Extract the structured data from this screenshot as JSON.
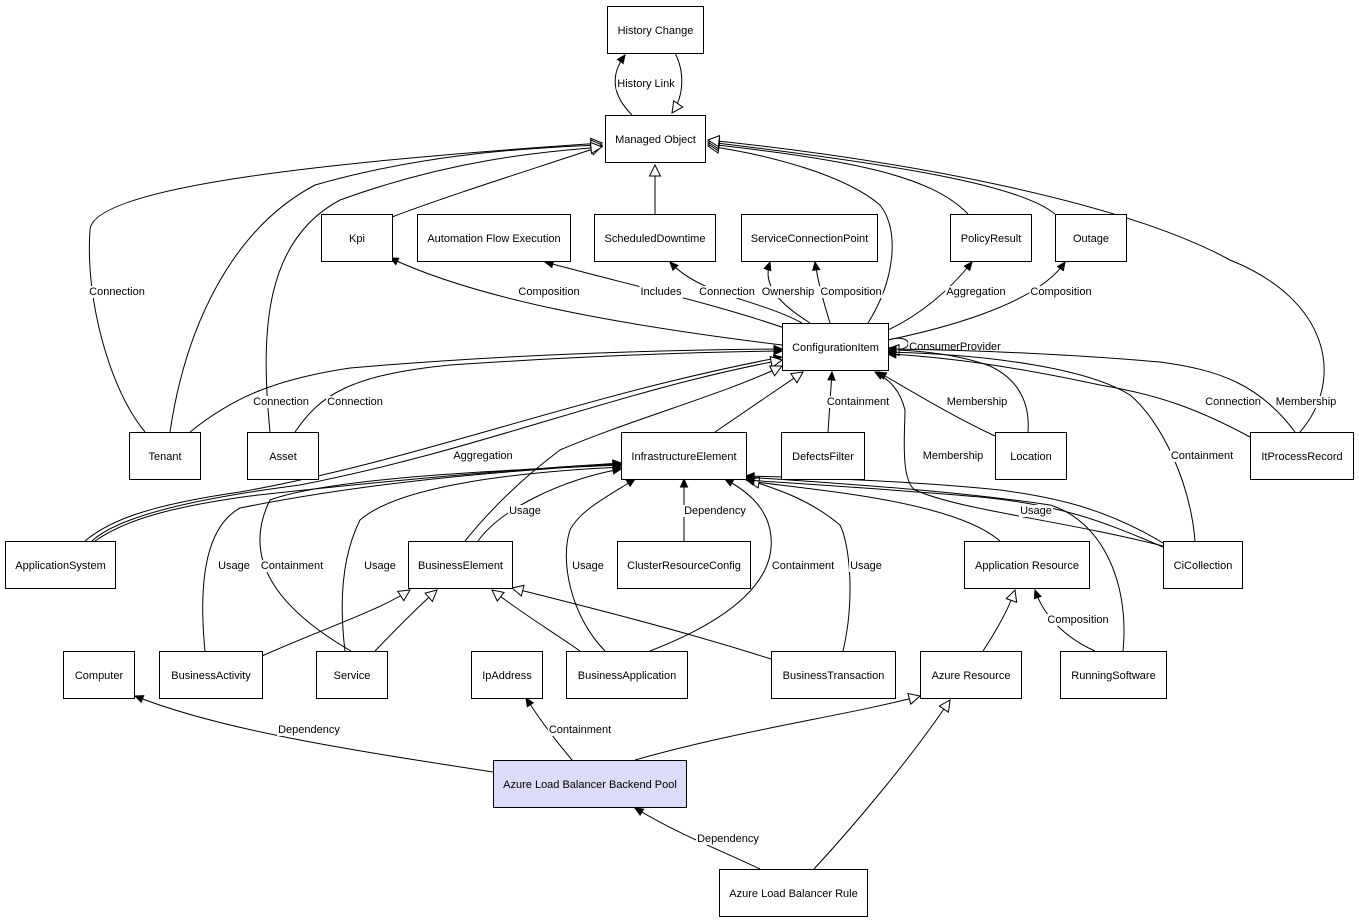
{
  "nodes": [
    {
      "id": "history_change",
      "label": "History Change"
    },
    {
      "id": "managed_object",
      "label": "Managed Object"
    },
    {
      "id": "kpi",
      "label": "Kpi"
    },
    {
      "id": "automation_flow_execution",
      "label": "Automation Flow Execution"
    },
    {
      "id": "scheduled_downtime",
      "label": "ScheduledDowntime"
    },
    {
      "id": "service_connection_point",
      "label": "ServiceConnectionPoint"
    },
    {
      "id": "policy_result",
      "label": "PolicyResult"
    },
    {
      "id": "outage",
      "label": "Outage"
    },
    {
      "id": "configuration_item",
      "label": "ConfigurationItem"
    },
    {
      "id": "tenant",
      "label": "Tenant"
    },
    {
      "id": "asset",
      "label": "Asset"
    },
    {
      "id": "infrastructure_element",
      "label": "InfrastructureElement"
    },
    {
      "id": "defects_filter",
      "label": "DefectsFilter"
    },
    {
      "id": "location",
      "label": "Location"
    },
    {
      "id": "it_process_record",
      "label": "ItProcessRecord"
    },
    {
      "id": "application_system",
      "label": "ApplicationSystem"
    },
    {
      "id": "business_element",
      "label": "BusinessElement"
    },
    {
      "id": "cluster_resource_config",
      "label": "ClusterResourceConfig"
    },
    {
      "id": "application_resource",
      "label": "Application Resource"
    },
    {
      "id": "ci_collection",
      "label": "CiCollection"
    },
    {
      "id": "computer",
      "label": "Computer"
    },
    {
      "id": "business_activity",
      "label": "BusinessActivity"
    },
    {
      "id": "service",
      "label": "Service"
    },
    {
      "id": "ip_address",
      "label": "IpAddress"
    },
    {
      "id": "business_application",
      "label": "BusinessApplication"
    },
    {
      "id": "business_transaction",
      "label": "BusinessTransaction"
    },
    {
      "id": "azure_resource",
      "label": "Azure Resource"
    },
    {
      "id": "running_software",
      "label": "RunningSoftware"
    },
    {
      "id": "azure_lb_backend_pool",
      "label": "Azure Load Balancer Backend Pool",
      "highlighted": true
    },
    {
      "id": "azure_lb_rule",
      "label": "Azure Load Balancer Rule"
    }
  ],
  "edges": [
    {
      "id": "e1",
      "from": "managed_object",
      "to": "history_change",
      "label": "History Link",
      "arrow": "filled"
    },
    {
      "id": "e2",
      "from": "history_change",
      "to": "managed_object",
      "label": "",
      "arrow": "hollow"
    },
    {
      "id": "e3",
      "from": "kpi",
      "to": "managed_object",
      "label": "",
      "arrow": "hollow"
    },
    {
      "id": "e4",
      "from": "scheduled_downtime",
      "to": "managed_object",
      "label": "",
      "arrow": "hollow"
    },
    {
      "id": "e5",
      "from": "configuration_item",
      "to": "managed_object",
      "label": "",
      "arrow": "hollow"
    },
    {
      "id": "e6",
      "from": "policy_result",
      "to": "managed_object",
      "label": "",
      "arrow": "hollow"
    },
    {
      "id": "e7",
      "from": "outage",
      "to": "managed_object",
      "label": "",
      "arrow": "hollow"
    },
    {
      "id": "e8",
      "from": "it_process_record",
      "to": "managed_object",
      "label": "",
      "arrow": "hollow"
    },
    {
      "id": "e9",
      "from": "tenant",
      "to": "managed_object",
      "label": "Connection",
      "arrow": "hollow"
    },
    {
      "id": "e10",
      "from": "tenant",
      "to": "managed_object",
      "label": "",
      "arrow": "hollow"
    },
    {
      "id": "e11",
      "from": "asset",
      "to": "managed_object",
      "label": "",
      "arrow": "hollow"
    },
    {
      "id": "e12",
      "from": "configuration_item",
      "to": "kpi",
      "label": "Composition",
      "arrow": "filled"
    },
    {
      "id": "e13",
      "from": "configuration_item",
      "to": "automation_flow_execution",
      "label": "Includes",
      "arrow": "filled"
    },
    {
      "id": "e14",
      "from": "configuration_item",
      "to": "scheduled_downtime",
      "label": "Connection",
      "arrow": "filled"
    },
    {
      "id": "e15",
      "from": "configuration_item",
      "to": "service_connection_point",
      "label": "Ownership",
      "arrow": "filled"
    },
    {
      "id": "e16",
      "from": "configuration_item",
      "to": "service_connection_point",
      "label": "Composition",
      "arrow": "filled"
    },
    {
      "id": "e17",
      "from": "configuration_item",
      "to": "policy_result",
      "label": "Aggregation",
      "arrow": "filled"
    },
    {
      "id": "e18",
      "from": "configuration_item",
      "to": "outage",
      "label": "Composition",
      "arrow": "filled"
    },
    {
      "id": "e19",
      "from": "configuration_item",
      "to": "configuration_item",
      "label": "ConsumerProvider",
      "arrow": "filled"
    },
    {
      "id": "e20",
      "from": "tenant",
      "to": "configuration_item",
      "label": "Connection",
      "arrow": "filled"
    },
    {
      "id": "e21",
      "from": "asset",
      "to": "configuration_item",
      "label": "Connection",
      "arrow": "filled"
    },
    {
      "id": "e22",
      "from": "application_system",
      "to": "configuration_item",
      "label": "Aggregation",
      "arrow": "filled"
    },
    {
      "id": "e23",
      "from": "application_system",
      "to": "configuration_item",
      "label": "",
      "arrow": "hollow"
    },
    {
      "id": "e24",
      "from": "infrastructure_element",
      "to": "configuration_item",
      "label": "",
      "arrow": "hollow"
    },
    {
      "id": "e25",
      "from": "business_element",
      "to": "configuration_item",
      "label": "",
      "arrow": "hollow"
    },
    {
      "id": "e26",
      "from": "defects_filter",
      "to": "configuration_item",
      "label": "Containment",
      "arrow": "filled"
    },
    {
      "id": "e27",
      "from": "location",
      "to": "configuration_item",
      "label": "Membership",
      "arrow": "filled"
    },
    {
      "id": "e28",
      "from": "location",
      "to": "configuration_item",
      "label": "",
      "arrow": "hollow"
    },
    {
      "id": "e29",
      "from": "ci_collection",
      "to": "configuration_item",
      "label": "Membership",
      "arrow": "filled"
    },
    {
      "id": "e30",
      "from": "ci_collection",
      "to": "configuration_item",
      "label": "Containment",
      "arrow": "filled"
    },
    {
      "id": "e31",
      "from": "it_process_record",
      "to": "configuration_item",
      "label": "Connection",
      "arrow": "filled"
    },
    {
      "id": "e32",
      "from": "it_process_record",
      "to": "configuration_item",
      "label": "Membership",
      "arrow": "filled"
    },
    {
      "id": "e33",
      "from": "application_system",
      "to": "infrastructure_element",
      "label": "",
      "arrow": "filled"
    },
    {
      "id": "e34",
      "from": "business_activity",
      "to": "infrastructure_element",
      "label": "Usage",
      "arrow": "filled"
    },
    {
      "id": "e35",
      "from": "service",
      "to": "infrastructure_element",
      "label": "Containment",
      "arrow": "filled"
    },
    {
      "id": "e36",
      "from": "service",
      "to": "infrastructure_element",
      "label": "Usage",
      "arrow": "filled"
    },
    {
      "id": "e37",
      "from": "business_element",
      "to": "infrastructure_element",
      "label": "Usage",
      "arrow": "filled"
    },
    {
      "id": "e38",
      "from": "business_application",
      "to": "infrastructure_element",
      "label": "Usage",
      "arrow": "filled"
    },
    {
      "id": "e39",
      "from": "business_application",
      "to": "infrastructure_element",
      "label": "Containment",
      "arrow": "filled"
    },
    {
      "id": "e40",
      "from": "cluster_resource_config",
      "to": "infrastructure_element",
      "label": "Dependency",
      "arrow": "filled"
    },
    {
      "id": "e41",
      "from": "business_transaction",
      "to": "infrastructure_element",
      "label": "Usage",
      "arrow": "filled"
    },
    {
      "id": "e42",
      "from": "application_resource",
      "to": "infrastructure_element",
      "label": "",
      "arrow": "hollow"
    },
    {
      "id": "e43",
      "from": "ci_collection",
      "to": "infrastructure_element",
      "label": "Usage",
      "arrow": "filled"
    },
    {
      "id": "e44",
      "from": "ci_collection",
      "to": "infrastructure_element",
      "label": "",
      "arrow": "filled"
    },
    {
      "id": "e45",
      "from": "running_software",
      "to": "infrastructure_element",
      "label": "",
      "arrow": "filled"
    },
    {
      "id": "e46",
      "from": "business_activity",
      "to": "business_element",
      "label": "",
      "arrow": "hollow"
    },
    {
      "id": "e47",
      "from": "service",
      "to": "business_element",
      "label": "",
      "arrow": "hollow"
    },
    {
      "id": "e48",
      "from": "business_application",
      "to": "business_element",
      "label": "",
      "arrow": "hollow"
    },
    {
      "id": "e49",
      "from": "business_transaction",
      "to": "business_element",
      "label": "",
      "arrow": "hollow"
    },
    {
      "id": "e50",
      "from": "azure_resource",
      "to": "application_resource",
      "label": "",
      "arrow": "hollow"
    },
    {
      "id": "e51",
      "from": "running_software",
      "to": "application_resource",
      "label": "Composition",
      "arrow": "filled"
    },
    {
      "id": "e52",
      "from": "azure_lb_backend_pool",
      "to": "computer",
      "label": "Dependency",
      "arrow": "filled"
    },
    {
      "id": "e53",
      "from": "azure_lb_backend_pool",
      "to": "ip_address",
      "label": "Containment",
      "arrow": "filled"
    },
    {
      "id": "e54",
      "from": "azure_lb_backend_pool",
      "to": "azure_resource",
      "label": "",
      "arrow": "hollow"
    },
    {
      "id": "e55",
      "from": "azure_lb_rule",
      "to": "azure_resource",
      "label": "",
      "arrow": "hollow"
    },
    {
      "id": "e56",
      "from": "azure_lb_rule",
      "to": "azure_lb_backend_pool",
      "label": "Dependency",
      "arrow": "filled"
    }
  ]
}
